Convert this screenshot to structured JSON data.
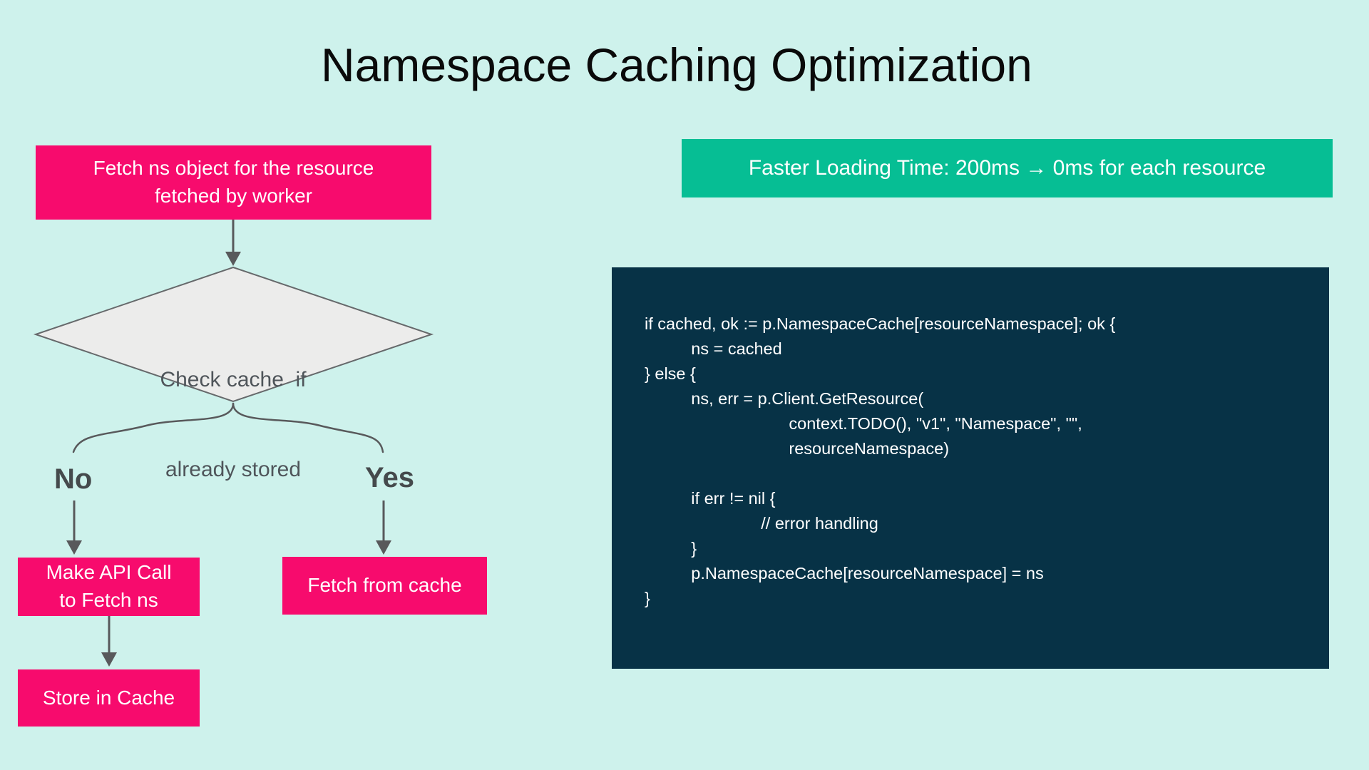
{
  "page": {
    "title": "Namespace Caching Optimization"
  },
  "flowchart": {
    "start_box": {
      "line1": "Fetch ns object for the resource",
      "line2": "fetched by worker"
    },
    "decision": {
      "line1": "Check cache  if",
      "line2": "already stored"
    },
    "no_label": "No",
    "yes_label": "Yes",
    "api_box": {
      "line1": "Make API Call",
      "line2": "to Fetch ns"
    },
    "store_box": {
      "label": "Store in Cache"
    },
    "fetch_box": {
      "label": "Fetch from cache"
    }
  },
  "banner": {
    "label": "Faster Loading Time: 200ms → 0ms for each resource"
  },
  "code": {
    "lines": [
      "if cached, ok := p.NamespaceCache[resourceNamespace]; ok {",
      "          ns = cached",
      "} else {",
      "          ns, err = p.Client.GetResource(",
      "                               context.TODO(), \"v1\", \"Namespace\", \"\",",
      "                               resourceNamespace)",
      "",
      "          if err != nil {",
      "                         // error handling",
      "          }",
      "          p.NamespaceCache[resourceNamespace] = ns",
      "}"
    ]
  },
  "colors": {
    "bg": "#cef2ec",
    "pink": "#f70b6d",
    "green": "#06be94",
    "navy": "#073246",
    "line": "#58595b",
    "diamond-fill": "#ececeb",
    "diamond-stroke": "#66696b",
    "diamond-text": "#4f555a",
    "branch-text": "#454a4c",
    "title": "#0a0a0a"
  }
}
